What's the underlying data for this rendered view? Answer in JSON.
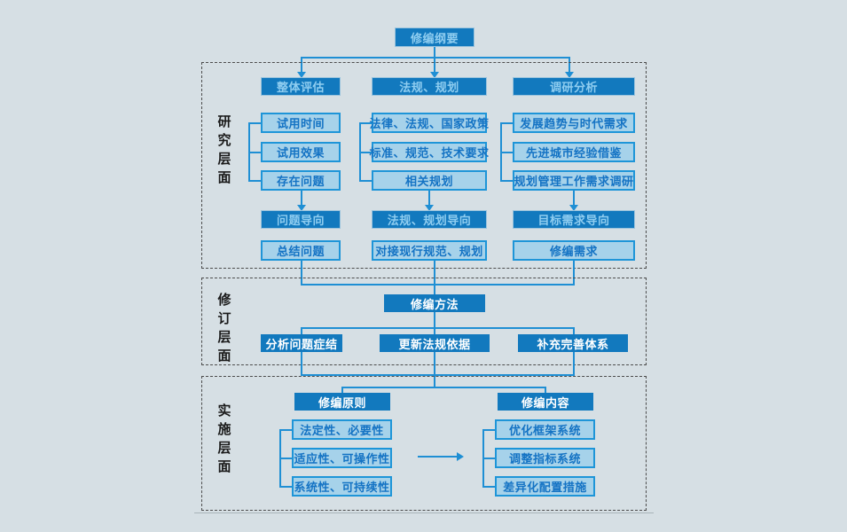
{
  "colors": {
    "background": "#d6dfe4",
    "dark_box": "#1279be",
    "dark_box_text": "#8fcdf0",
    "light_box": "#a6d2ea",
    "light_box_border": "#1e95d8",
    "light_box_text": "#1473c4",
    "connector": "#1f8fd4",
    "frame_border": "#4c4c4c"
  },
  "root": {
    "label": "修编纲要"
  },
  "sections": [
    {
      "id": "research",
      "label": "研究层面",
      "label_chars": [
        "研",
        "究",
        "层",
        "面"
      ],
      "columns": [
        {
          "header": "整体评估",
          "items": [
            "试用时间",
            "试用效果",
            "存在问题"
          ],
          "orientation": "问题导向",
          "outcome": "总结问题"
        },
        {
          "header": "法规、规划",
          "items": [
            "法律、法规、国家政策",
            "标准、规范、技术要求",
            "相关规划"
          ],
          "orientation": "法规、规划导向",
          "outcome": "对接现行规范、规划"
        },
        {
          "header": "调研分析",
          "items": [
            "发展趋势与时代需求",
            "先进城市经验借鉴",
            "规划管理工作需求调研"
          ],
          "orientation": "目标需求导向",
          "outcome": "修编需求"
        }
      ]
    },
    {
      "id": "revision",
      "label": "修订层面",
      "label_chars": [
        "修",
        "订",
        "层",
        "面"
      ],
      "header": "修编方法",
      "items": [
        "分析问题症结",
        "更新法规依据",
        "补充完善体系"
      ]
    },
    {
      "id": "implementation",
      "label": "实施层面",
      "label_chars": [
        "实",
        "施",
        "层",
        "面"
      ],
      "groups": [
        {
          "header": "修编原则",
          "items": [
            "法定性、必要性",
            "适应性、可操作性",
            "系统性、可持续性"
          ]
        },
        {
          "header": "修编内容",
          "items": [
            "优化框架系统",
            "调整指标系统",
            "差异化配置措施"
          ]
        }
      ]
    }
  ]
}
